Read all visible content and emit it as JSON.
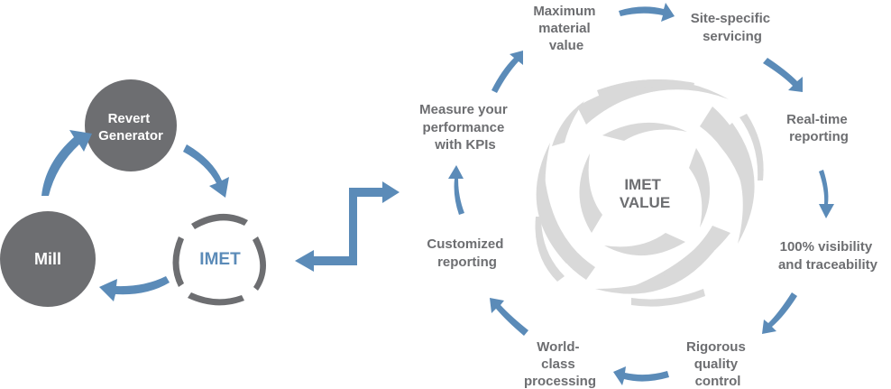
{
  "colors": {
    "blue": "#5b8bb8",
    "dark_grey": "#6d6e71",
    "light_grey": "#d9d9d9",
    "label_grey": "#6d6e71",
    "white": "#ffffff"
  },
  "left_cycle": {
    "nodes": [
      {
        "id": "revert",
        "lines": [
          "Revert",
          "Generator"
        ]
      },
      {
        "id": "mill",
        "lines": [
          "Mill"
        ]
      },
      {
        "id": "imet",
        "lines": [
          "IMET"
        ]
      }
    ]
  },
  "center": {
    "lines": [
      "IMET",
      "VALUE"
    ]
  },
  "right_cycle": {
    "steps": [
      {
        "id": "max-material",
        "lines": [
          "Maximum",
          "material",
          "value"
        ]
      },
      {
        "id": "site-specific",
        "lines": [
          "Site-specific",
          "servicing"
        ]
      },
      {
        "id": "real-time",
        "lines": [
          "Real-time",
          "reporting"
        ]
      },
      {
        "id": "visibility",
        "lines": [
          "100% visibility",
          "and traceability"
        ]
      },
      {
        "id": "quality",
        "lines": [
          "Rigorous",
          "quality",
          "control"
        ]
      },
      {
        "id": "processing",
        "lines": [
          "World-",
          "class",
          "processing"
        ]
      },
      {
        "id": "customized",
        "lines": [
          "Customized",
          "reporting"
        ]
      },
      {
        "id": "kpis",
        "lines": [
          "Measure your",
          "performance",
          "with KPIs"
        ]
      }
    ]
  },
  "icons": {
    "left_arrows": "curved-arrow-icon",
    "connector": "double-arrow-icon",
    "swirl": "swirl-icon"
  }
}
